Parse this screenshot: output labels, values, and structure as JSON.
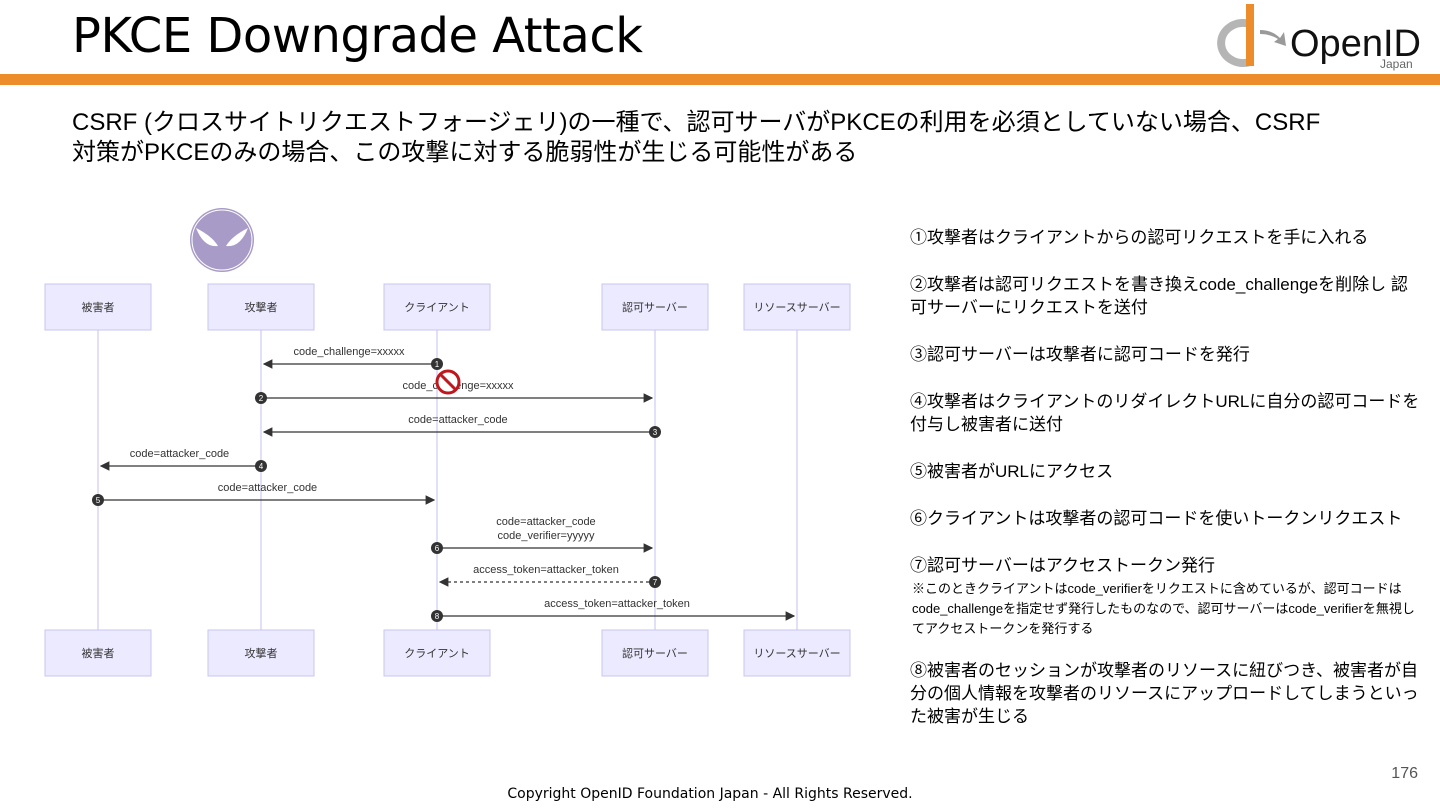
{
  "title": "PKCE Downgrade Attack",
  "logo": {
    "text": "OpenID",
    "sub": "Japan"
  },
  "subtitle_lines": [
    "CSRF (クロスサイトリクエストフォージェリ)の一種で、認可サーバがPKCEの利用を必須としていない場合、CSRF",
    "対策がPKCEのみの場合、この攻撃に対する脆弱性が生じる可能性がある"
  ],
  "diagram": {
    "participants": [
      "被害者",
      "攻撃者",
      "クライアント",
      "認可サーバー",
      "リソースサーバー"
    ],
    "messages": [
      {
        "num": "1",
        "from": 2,
        "to": 1,
        "lines": [
          "code_challenge=xxxxx"
        ],
        "dashed": false
      },
      {
        "num": "2",
        "from": 1,
        "to": 3,
        "lines": [
          "code_challenge=xxxxx"
        ],
        "dashed": false,
        "blocked": true
      },
      {
        "num": "3",
        "from": 3,
        "to": 1,
        "lines": [
          "code=attacker_code"
        ],
        "dashed": false
      },
      {
        "num": "4",
        "from": 1,
        "to": 0,
        "lines": [
          "code=attacker_code"
        ],
        "dashed": false
      },
      {
        "num": "5",
        "from": 0,
        "to": 2,
        "lines": [
          "code=attacker_code"
        ],
        "dashed": false
      },
      {
        "num": "6",
        "from": 2,
        "to": 3,
        "lines": [
          "code=attacker_code",
          "code_verifier=yyyyy"
        ],
        "dashed": false
      },
      {
        "num": "7",
        "from": 3,
        "to": 2,
        "lines": [
          "access_token=attacker_token"
        ],
        "dashed": true
      },
      {
        "num": "8",
        "from": 2,
        "to": 4,
        "lines": [
          "access_token=attacker_token"
        ],
        "dashed": false
      }
    ]
  },
  "steps": [
    {
      "text": "①攻撃者はクライアントからの認可リクエストを手に入れる"
    },
    {
      "text": "②攻撃者は認可リクエストを書き換えcode_challengeを削除し 認可サーバーにリクエストを送付"
    },
    {
      "text": "③認可サーバーは攻撃者に認可コードを発行"
    },
    {
      "text": "④攻撃者はクライアントのリダイレクトURLに自分の認可コードを付与し被害者に送付"
    },
    {
      "text": "⑤被害者がURLにアクセス"
    },
    {
      "text": "⑥クライアントは攻撃者の認可コードを使いトークンリクエスト"
    },
    {
      "text": "⑦認可サーバーはアクセストークン発行",
      "note": "※このときクライアントはcode_verifierをリクエストに含めているが、認可コードはcode_challengeを指定せず発行したものなので、認可サーバーはcode_verifierを無視してアクセストークンを発行する"
    },
    {
      "text": "⑧被害者のセッションが攻撃者のリソースに紐びつき、被害者が自分の個人情報を攻撃者のリソースにアップロードしてしまうといった被害が生じる"
    }
  ],
  "page_number": "176",
  "copyright": "Copyright OpenID Foundation Japan - All Rights Reserved.",
  "colors": {
    "accent": "#ec8c2a",
    "participant_fill": "#eceaff",
    "participant_stroke": "#c9c5f0",
    "attacker_icon": "#a99bc8",
    "blocked": "#c0161d"
  }
}
